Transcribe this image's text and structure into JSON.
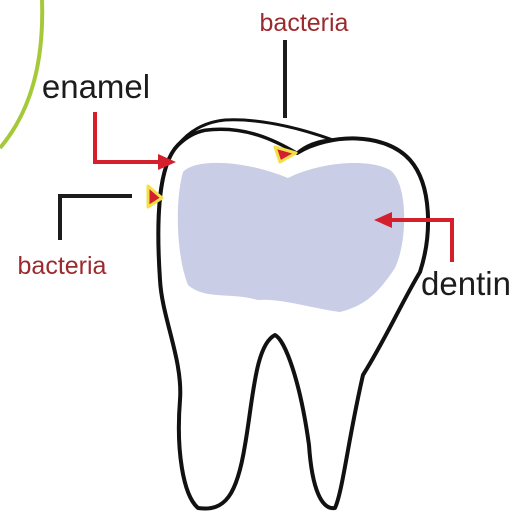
{
  "labels": {
    "bacteria_top": "bacteria",
    "bacteria_left": "bacteria",
    "enamel": "enamel",
    "dentin": "dentin"
  },
  "colors": {
    "dentin_fill": "#c9cde6",
    "enamel_fill": "#ffffff",
    "outline": "#111111",
    "pointer_arrow": "#d3202c",
    "bacteria_marker": "#d3202c",
    "bacteria_marker_border": "#f2e04a",
    "corner_curve": "#a6c93a",
    "label_red": "#9b2a2e"
  }
}
